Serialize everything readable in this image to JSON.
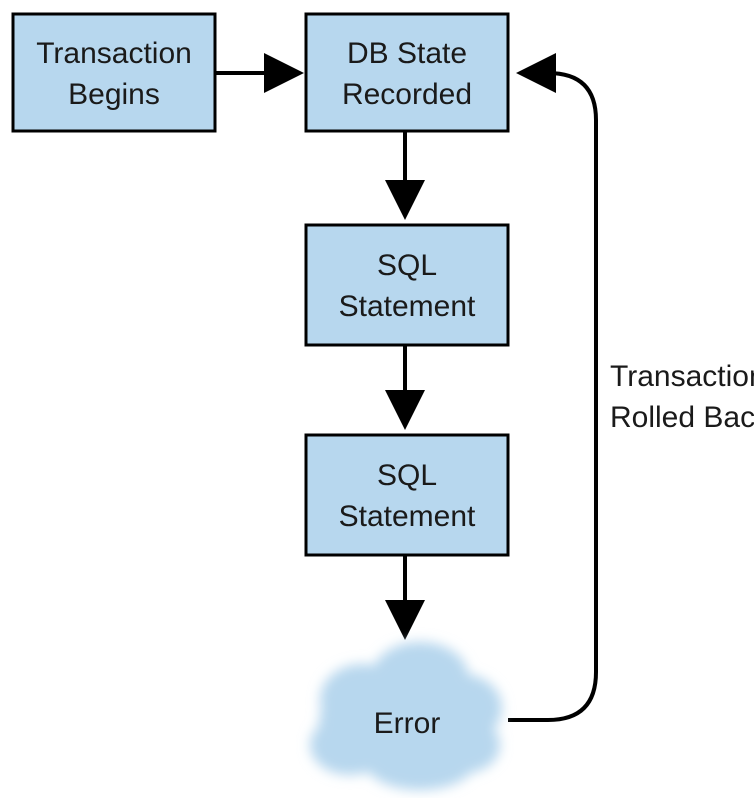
{
  "nodes": {
    "transaction_begins": {
      "line1": "Transaction",
      "line2": "Begins"
    },
    "db_state_recorded": {
      "line1": "DB State",
      "line2": "Recorded"
    },
    "sql_statement_1": {
      "line1": "SQL",
      "line2": "Statement"
    },
    "sql_statement_2": {
      "line1": "SQL",
      "line2": "Statement"
    },
    "error": {
      "label": "Error"
    }
  },
  "edges": {
    "rollback": {
      "line1": "Transaction",
      "line2": "Rolled Back"
    }
  },
  "colors": {
    "box_fill": "#b7d7ee",
    "box_stroke": "#000000",
    "cloud_fill": "#b7d7ee",
    "arrow": "#000000"
  }
}
